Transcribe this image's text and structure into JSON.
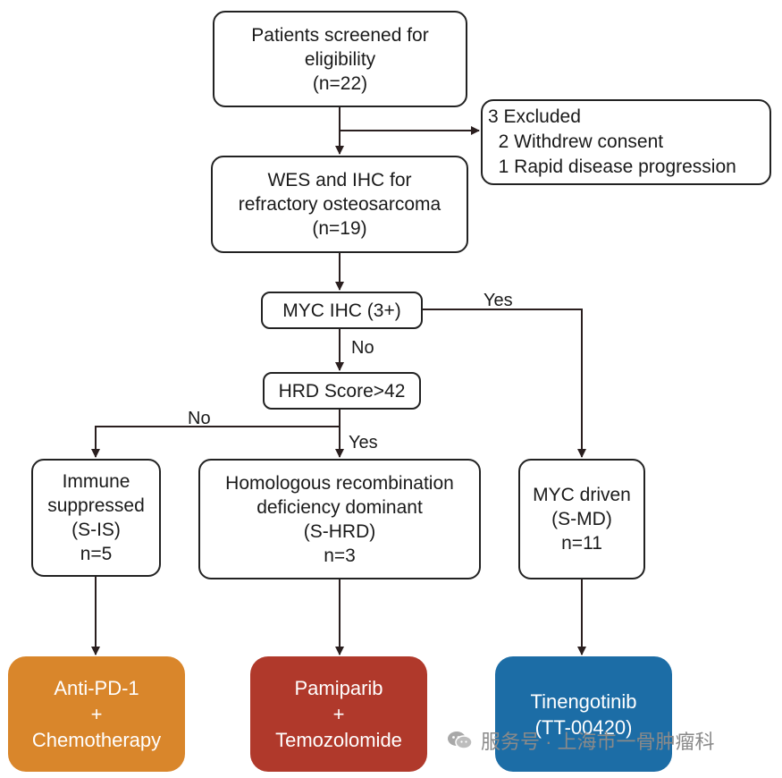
{
  "nodes": {
    "screened": {
      "lines": [
        "Patients screened for",
        "eligibility",
        "(n=22)"
      ]
    },
    "excluded": {
      "lines": [
        "3 Excluded",
        "  2 Withdrew consent",
        "  1 Rapid disease progression"
      ]
    },
    "wes": {
      "lines": [
        "WES and IHC for",
        "refractory osteosarcoma",
        "(n=19)"
      ]
    },
    "myc_ihc": {
      "lines": [
        "MYC IHC (3+)"
      ]
    },
    "hrd_score": {
      "lines": [
        "HRD Score>42"
      ]
    },
    "s_is": {
      "lines": [
        "Immune",
        "suppressed",
        "(S-IS)",
        "n=5"
      ]
    },
    "s_hrd": {
      "lines": [
        "Homologous recombination",
        "deficiency dominant",
        "(S-HRD)",
        "n=3"
      ]
    },
    "s_md": {
      "lines": [
        "MYC driven",
        "(S-MD)",
        "n=11"
      ]
    }
  },
  "treatments": {
    "anti_pd1": {
      "lines": [
        "Anti-PD-1",
        "+",
        "Chemotherapy"
      ],
      "color": "#D9862B"
    },
    "pamiparib": {
      "lines": [
        "Pamiparib",
        "+",
        "Temozolomide"
      ],
      "color": "#B0392B"
    },
    "tinengotinib": {
      "lines": [
        "Tinengotinib",
        "(TT-00420)"
      ],
      "color": "#1C6DA6"
    }
  },
  "edge_labels": {
    "myc_yes": "Yes",
    "myc_no": "No",
    "hrd_no": "No",
    "hrd_yes": "Yes"
  },
  "watermark": {
    "icon": "wechat-icon",
    "text": "服务号 · 上海市一骨肿瘤科"
  },
  "colors": {
    "line": "#2a1f1f",
    "border": "#222222"
  }
}
